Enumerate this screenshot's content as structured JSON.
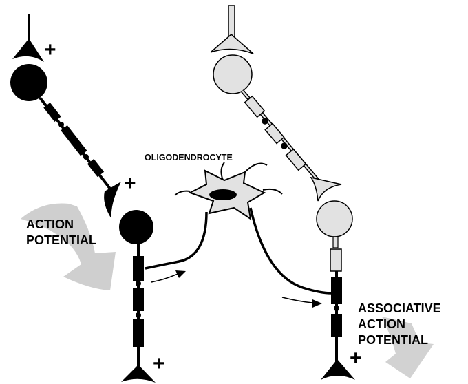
{
  "labels": {
    "oligodendrocyte": "OLIGODENDROCYTE",
    "action_potential_line1": "ACTION",
    "action_potential_line2": "POTENTIAL",
    "associative_line1": "ASSOCIATIVE",
    "associative_line2": "ACTION",
    "associative_line3": "POTENTIAL",
    "plus": "+"
  },
  "colors": {
    "active_neuron": "#000000",
    "inactive_neuron": "#e2e2e2",
    "arrow_fill": "#cfcfcf",
    "outline": "#000000"
  }
}
